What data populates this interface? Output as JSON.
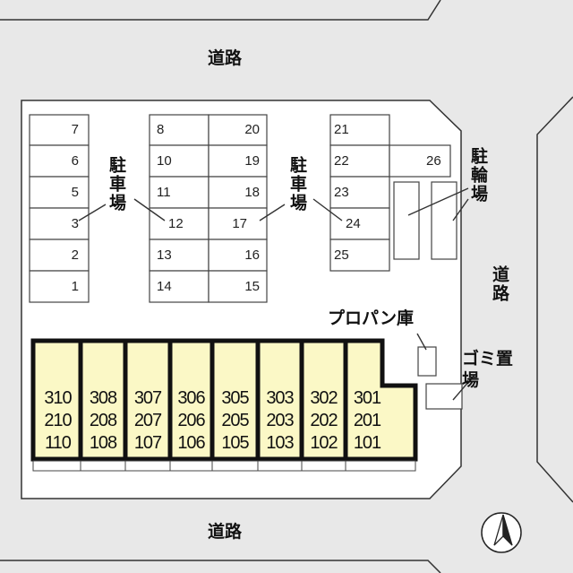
{
  "roads": {
    "top": "道路",
    "right": "道路",
    "bottom": "道路"
  },
  "parking_label": "駐車場",
  "bicycle_parking_label": "駐輪場",
  "propane_label": "プロパン庫",
  "garbage_label": "ゴミ置場",
  "parking_spaces": {
    "col1": [
      "7",
      "6",
      "5",
      "3",
      "2",
      "1"
    ],
    "col2": [
      "8",
      "10",
      "11",
      "12",
      "13",
      "14"
    ],
    "col3": [
      "20",
      "19",
      "18",
      "17",
      "16",
      "15"
    ],
    "col4": [
      "21",
      "22",
      "23",
      "24",
      "25"
    ],
    "extra": "26"
  },
  "units": [
    {
      "floor3": "310",
      "floor2": "210",
      "floor1": "110"
    },
    {
      "floor3": "308",
      "floor2": "208",
      "floor1": "108"
    },
    {
      "floor3": "307",
      "floor2": "207",
      "floor1": "107"
    },
    {
      "floor3": "306",
      "floor2": "206",
      "floor1": "106"
    },
    {
      "floor3": "305",
      "floor2": "205",
      "floor1": "105"
    },
    {
      "floor3": "303",
      "floor2": "203",
      "floor1": "103"
    },
    {
      "floor3": "302",
      "floor2": "202",
      "floor1": "102"
    },
    {
      "floor3": "301",
      "floor2": "201",
      "floor1": "101"
    }
  ],
  "colors": {
    "building_fill": "#fbf8c6",
    "ground": "#ffffff",
    "road": "#e8e8e8"
  },
  "north_icon": "north-arrow-icon"
}
